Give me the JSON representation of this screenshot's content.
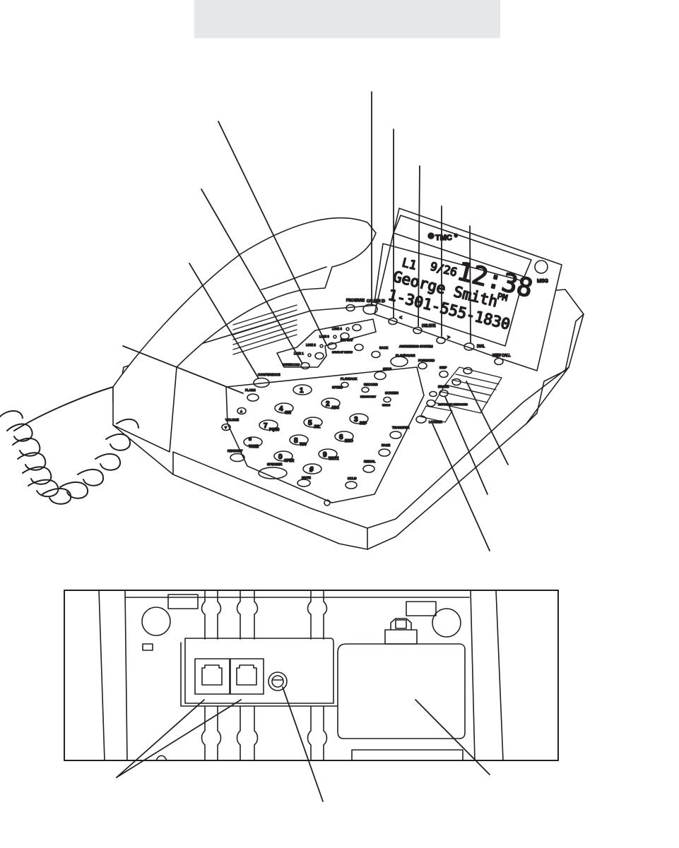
{
  "diagram": {
    "display": {
      "brand": "TMC",
      "trademark": "®",
      "line": "L1",
      "date": "9/26",
      "time": "12:38",
      "meridiem": "PM",
      "caller_name": "George Smith",
      "caller_number": "1-301-555-1830",
      "msg": "MSG"
    },
    "buttons": {
      "program": "PROGRAM",
      "caller_id": "CALLER ID",
      "left": "<",
      "delete": "DELETE",
      "right": ">",
      "dial": "DIAL",
      "new_call": "NEW CALL",
      "line4": "LINE 4",
      "line3": "LINE 3",
      "line2": "LINE 2",
      "line1": "LINE 1",
      "intercom": "INTERCOM",
      "repeat": "REPEAT",
      "save_at_menu": "SAVE AT MENU",
      "back": "BACK",
      "answering_system": "ANSWERING SYSTEM",
      "play_pause": "PLAY/PAUSE",
      "forward": "FORWARD",
      "skip": "SKIP",
      "stop": "STOP",
      "conference": "CONFERENCE",
      "flash": "FLASH",
      "playback": "PLAYBACK",
      "speed": "SPEED",
      "record": "RECORD",
      "memo_conv": "MEMO/CONV",
      "screen": "SCREEN",
      "calls": "CALLS",
      "erase": "ERASE",
      "network_services": "NETWORK SERVICES",
      "volume": "VOLUME",
      "transfer": "TRANSFER",
      "page": "PAGE",
      "redial": "REDIAL",
      "hold": "HOLD",
      "headset": "HEADSET",
      "speaker": "SPEAKER",
      "mute": "MUTE",
      "louder": "LOUDER"
    },
    "keypad": [
      {
        "digit": "1",
        "letters": ""
      },
      {
        "digit": "2",
        "letters": "ABC"
      },
      {
        "digit": "3",
        "letters": "DEF"
      },
      {
        "digit": "4",
        "letters": "GHI"
      },
      {
        "digit": "5",
        "letters": "JKL"
      },
      {
        "digit": "6",
        "letters": "MNO"
      },
      {
        "digit": "7",
        "letters": "PQRS"
      },
      {
        "digit": "8",
        "letters": "TUV"
      },
      {
        "digit": "9",
        "letters": "WXYZ"
      },
      {
        "digit": "*",
        "letters": "TONE"
      },
      {
        "digit": "0",
        "letters": "OPER"
      },
      {
        "digit": "#",
        "letters": ""
      }
    ]
  }
}
